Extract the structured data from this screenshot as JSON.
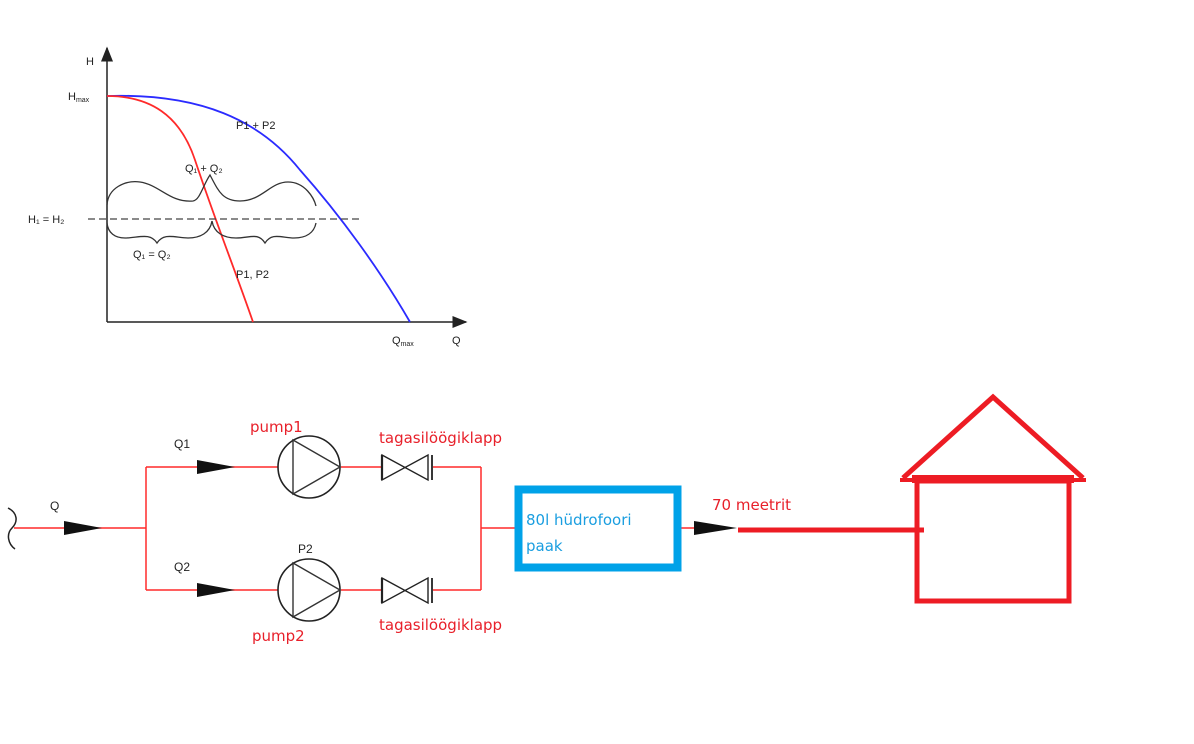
{
  "chart": {
    "axis_y_label": "H",
    "axis_x_label": "Q",
    "hmax_label": "H",
    "hmax_sub": "max",
    "qmax_label": "Q",
    "qmax_sub": "max",
    "curve_combined_label": "P1 + P2",
    "curve_single_label": "P1, P2",
    "flow_sum_label": "Q₁ + Q₂",
    "flow_equal_label": "Q₁ = Q₂",
    "head_equal_label": "H₁ = H₂",
    "colors": {
      "combined": "#2b2bff",
      "single": "#ff2a2a"
    }
  },
  "schematic": {
    "inlet_flow_label": "Q",
    "branch1_flow_label": "Q1",
    "branch2_flow_label": "Q2",
    "pump1_label": "pump1",
    "pump2_tag": "P2",
    "pump2_label": "pump2",
    "valve1_label": "tagasilöögiklapp",
    "valve2_label": "tagasilöögiklapp",
    "tank_line1": "80l hüdrofoori",
    "tank_line2": "paak",
    "pipe_length_label": "70 meetrit",
    "colors": {
      "pipe": "#ff2a2a",
      "annotation": "#e8202a",
      "tank": "#00a2e8"
    }
  }
}
